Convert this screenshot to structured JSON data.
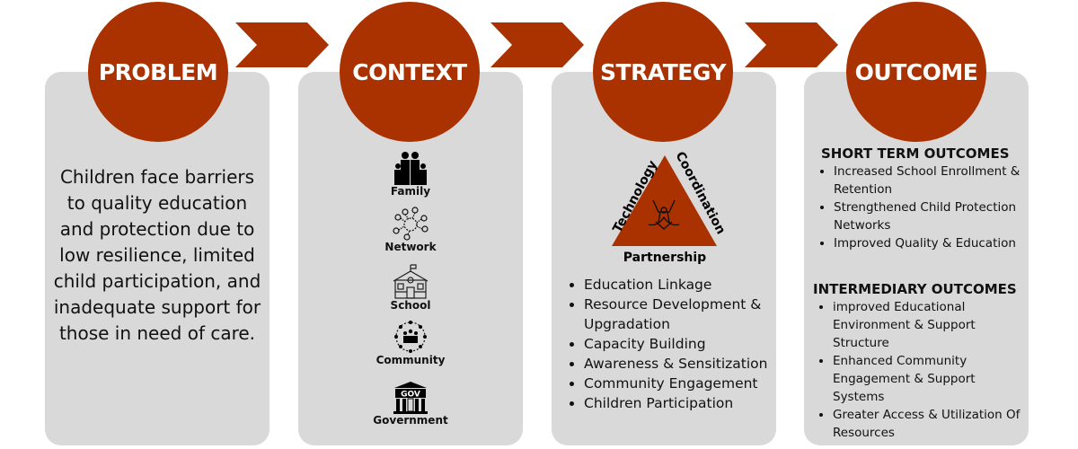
{
  "stages": [
    "PROBLEM",
    "CONTEXT",
    "STRATEGY",
    "OUTCOME"
  ],
  "problem": {
    "text": "Children face barriers to quality education and protection due to low resilience, limited child participation, and inadequate support for those in need of care."
  },
  "context": {
    "items": [
      "Family",
      "Network",
      "School",
      "Community",
      "Government"
    ],
    "gov_sign": "GOV"
  },
  "strategy": {
    "triangle": {
      "left": "Technology",
      "right": "Coordination",
      "bottom": "Partnership"
    },
    "items": [
      "Education Linkage",
      "Resource Development & Upgradation",
      "Capacity Building",
      "Awareness & Sensitization",
      "Community Engagement",
      "Children Participation"
    ]
  },
  "outcome": {
    "short_title": "SHORT TERM OUTCOMES",
    "short": [
      "Increased School Enrollment & Retention",
      "Strengthened Child Protection Networks",
      "Improved Quality & Education"
    ],
    "inter_title": "INTERMEDIARY OUTCOMES",
    "inter": [
      "improved Educational Environment & Support Structure",
      "Enhanced Community Engagement & Support Systems",
      "Greater Access & Utilization Of Resources"
    ]
  },
  "colors": {
    "accent": "#a93200",
    "panel": "#d9d9d9"
  }
}
